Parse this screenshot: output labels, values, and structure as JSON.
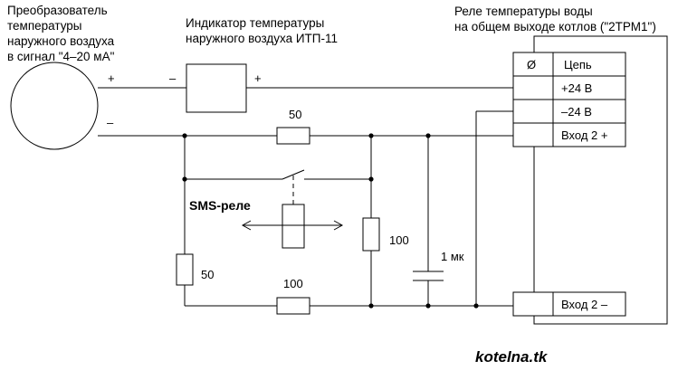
{
  "labels": {
    "sensor_title": [
      "Преобразователь",
      "температуры",
      "наружного воздуха",
      "в сигнал \"4–20 мА\""
    ],
    "indicator_title": [
      "Индикатор  температуры",
      "наружного воздуха ИТП-11"
    ],
    "relay_title": [
      "Реле температуры воды",
      "на общем выходе котлов (\"2ТРМ1\")"
    ],
    "sms_relay": "SMS-реле",
    "watermark": "kotelna.tk"
  },
  "polarity": {
    "sensor_plus": "+",
    "sensor_minus": "–",
    "indicator_minus": "–",
    "indicator_plus": "+"
  },
  "components": {
    "r_top": "50",
    "r_left": "50",
    "r_bottom": "100",
    "r_middle": "100",
    "capacitor": "1 мк"
  },
  "terminal_table": {
    "header_symbol": "Ø",
    "header_label": "Цепь",
    "rows": [
      "+24 В",
      "–24 В",
      "Вход 2 +"
    ],
    "bottom_row": "Вход 2 –"
  }
}
